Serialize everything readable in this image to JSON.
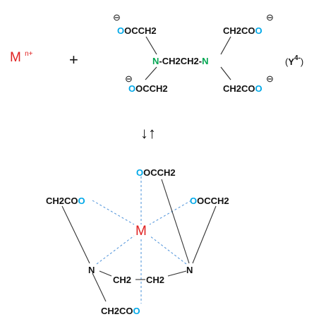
{
  "colors": {
    "metal": "#e02020",
    "nitrogen": "#00a651",
    "oxygen": "#00a8e8",
    "bond": "#333333",
    "coordination": "#4a90d9"
  },
  "reactants": {
    "metal": {
      "symbol": "M",
      "superscript": "n+"
    },
    "plus": "+",
    "ligand": {
      "top_left": {
        "o": "O",
        "rest": "OCCH2"
      },
      "top_right": {
        "rest": "CH2CO",
        "o": "O"
      },
      "bottom_left": {
        "o": "O",
        "rest": "OCCH2"
      },
      "bottom_right": {
        "rest": "CH2CO",
        "o": "O"
      },
      "n_left": "N",
      "bridge": "-CH2CH2-",
      "n_right": "N",
      "negative_charge": "⊖"
    },
    "label": {
      "open": "(",
      "symbol": "Y",
      "superscript": "4-",
      "close": ")"
    }
  },
  "equilibrium_arrows": "↓↑",
  "complex": {
    "metal": "M",
    "top": {
      "o": "O",
      "rest": "OCCH2"
    },
    "left": {
      "rest": "CH2CO",
      "o": "O"
    },
    "right": {
      "o": "O",
      "rest": "OCCH2"
    },
    "bottom": {
      "rest": "CH2CO",
      "o": "O"
    },
    "n_left": "N",
    "n_right": "N",
    "ch2_a": "CH2",
    "ch2_b": "CH2"
  }
}
